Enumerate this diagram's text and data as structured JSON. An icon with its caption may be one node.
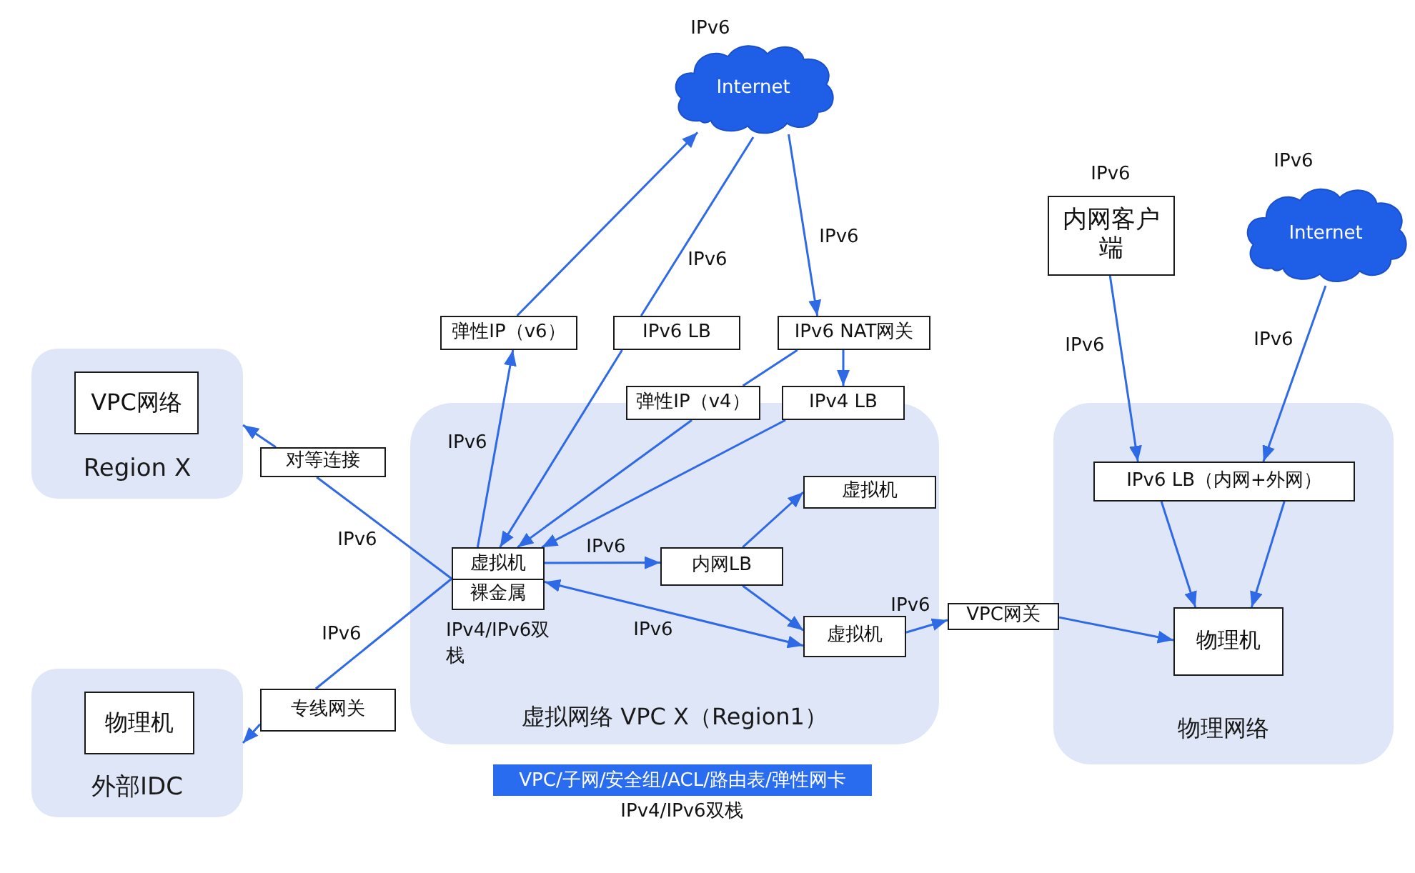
{
  "diagram": {
    "nodes": [
      {
        "text": [
          "Internet"
        ],
        "beside": [
          "IPv6"
        ]
      },
      {
        "text": [
          "内网客户端"
        ],
        "beside": [
          "IPv6"
        ]
      },
      {
        "text": [
          "Internet"
        ],
        "beside": [
          "IPv6"
        ]
      },
      {
        "text": [
          "弹性IP（v6）"
        ]
      },
      {
        "text": [
          "IPv6 LB"
        ]
      },
      {
        "text": [
          "IPv6 NAT网关"
        ]
      },
      {
        "text": [
          "Region X"
        ]
      },
      {
        "text": [
          "VPC网络"
        ],
        "in": 6
      },
      {
        "text": [
          "弹性IP（v4）"
        ]
      },
      {
        "text": [
          "IPv4 LB"
        ]
      },
      {
        "text": [
          "虚拟网络 VPC X（Region1）"
        ]
      },
      {
        "text": [
          "对等连接"
        ]
      },
      {
        "text": [
          "物理网络"
        ]
      },
      {
        "text": [
          "IPv6 LB（内网+外网）"
        ],
        "in": 12
      },
      {
        "text": [
          "虚拟机"
        ],
        "in": 10
      },
      {
        "text": [
          "虚拟机",
          "裸金属"
        ],
        "beside": [
          "IPv4/IPv6双栈"
        ],
        "in": 10
      },
      {
        "text": [
          "内网LB"
        ],
        "in": 10
      },
      {
        "text": [
          "VPC网关"
        ]
      },
      {
        "text": [
          "虚拟机"
        ],
        "in": 10
      },
      {
        "text": [
          "物理机"
        ],
        "in": 12
      },
      {
        "text": [
          "外部IDC"
        ]
      },
      {
        "text": [
          "专线网关"
        ]
      },
      {
        "text": [
          "物理机"
        ],
        "in": 20
      },
      {
        "text": [
          "VPC/子网/安全组/ACL/路由表/弹性网卡"
        ],
        "beside": [
          "IPv4/IPv6双栈"
        ]
      }
    ],
    "edges": [
      {
        "from": 3,
        "to": 0,
        "arrow": "to"
      },
      {
        "from": 0,
        "to": 4,
        "arrow": "none",
        "label": "IPv6"
      },
      {
        "from": 4,
        "to": 15,
        "arrow": "to"
      },
      {
        "from": 0,
        "to": 5,
        "arrow": "to",
        "label": "IPv6"
      },
      {
        "from": 5,
        "to": 8,
        "arrow": "none"
      },
      {
        "from": 5,
        "to": 9,
        "arrow": "to"
      },
      {
        "from": 15,
        "to": 3,
        "arrow": "to",
        "label": "IPv6"
      },
      {
        "from": 8,
        "to": 15,
        "arrow": "to"
      },
      {
        "from": 9,
        "to": 15,
        "arrow": "to"
      },
      {
        "from": 15,
        "to": 16,
        "arrow": "to",
        "label": "IPv6"
      },
      {
        "from": 16,
        "to": 14,
        "arrow": "to"
      },
      {
        "from": 16,
        "to": 18,
        "arrow": "to"
      },
      {
        "from": 15,
        "to": 18,
        "arrow": "both",
        "label": "IPv6"
      },
      {
        "from": 18,
        "to": 17,
        "arrow": "to",
        "label": "IPv6"
      },
      {
        "from": 17,
        "to": 19,
        "arrow": "to"
      },
      {
        "from": 15,
        "to": 11,
        "arrow": "none",
        "label": "IPv6"
      },
      {
        "from": 11,
        "to": 6,
        "arrow": "to"
      },
      {
        "from": 15,
        "to": 21,
        "arrow": "none",
        "label": "IPv6"
      },
      {
        "from": 21,
        "to": 20,
        "arrow": "to"
      },
      {
        "from": 1,
        "to": 13,
        "arrow": "to",
        "label": "IPv6"
      },
      {
        "from": 2,
        "to": 13,
        "arrow": "to",
        "label": "IPv6"
      },
      {
        "from": 13,
        "to": 19,
        "arrow": "to"
      },
      {
        "from": 13,
        "to": 19,
        "arrow": "to"
      }
    ]
  }
}
